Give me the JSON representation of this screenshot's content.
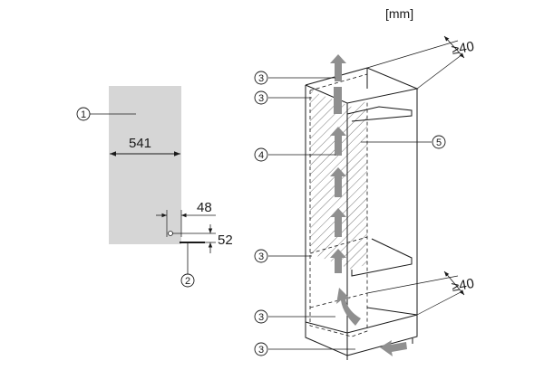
{
  "unit_label": "[mm]",
  "panel": {
    "width_dim": "541",
    "offset_h": "48",
    "offset_v": "52",
    "callout_panel": "1",
    "callout_bracket": "2"
  },
  "cabinet": {
    "gap_top": "≥40",
    "gap_bottom": "≥40",
    "callouts": [
      "3",
      "3",
      "4",
      "5",
      "3",
      "3",
      "3"
    ]
  },
  "colors": {
    "panel_fill": "#d6d6d6",
    "arrow_fill": "#8f8f8f",
    "line": "#1a1a1a"
  }
}
